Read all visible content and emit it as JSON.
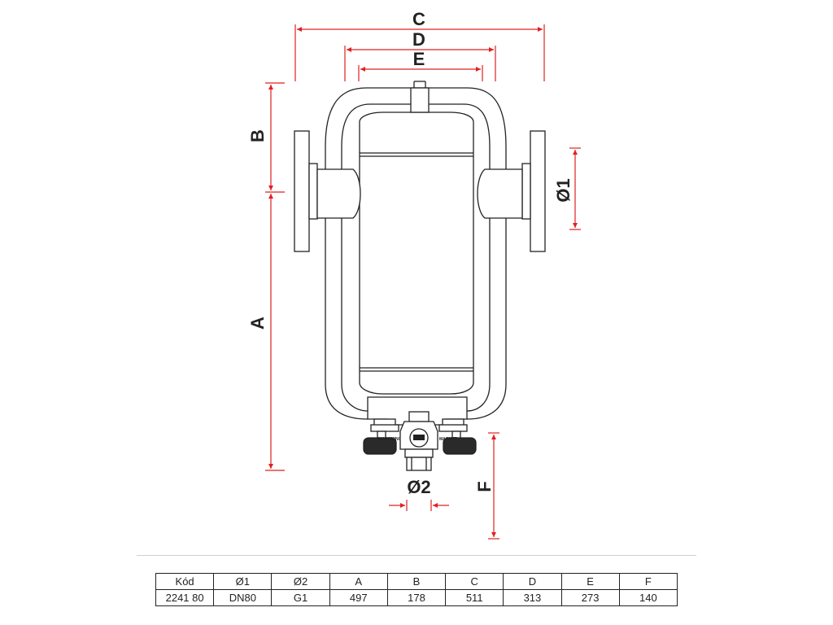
{
  "dimension_labels": {
    "c": "C",
    "d": "D",
    "e": "E",
    "a": "A",
    "b": "B",
    "f": "F",
    "inlet_diameter": "Ø1",
    "drain_diameter": "Ø2"
  },
  "logo": {
    "left_text": "GIACOMINI",
    "right_text": "MAGNET"
  },
  "colors": {
    "dimension_line": "#e02020",
    "outline": "#222222"
  },
  "table": {
    "headers": [
      "Kód",
      "Ø1",
      "Ø2",
      "A",
      "B",
      "C",
      "D",
      "E",
      "F"
    ],
    "rows": [
      [
        "2241 80",
        "DN80",
        "G1",
        "497",
        "178",
        "511",
        "313",
        "273",
        "140"
      ]
    ]
  }
}
